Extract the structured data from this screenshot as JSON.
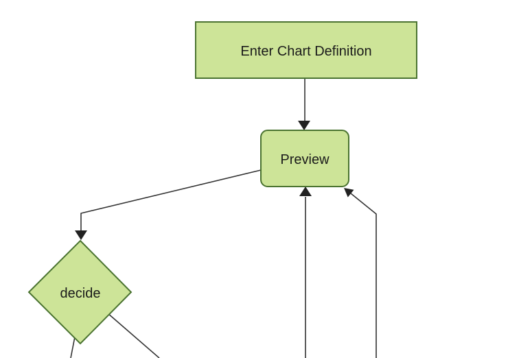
{
  "diagram": {
    "kind": "flowchart",
    "background_color": "#ffffff",
    "node_fill_color": "#cde498",
    "node_border_color": "#4a7330",
    "edge_color": "#333333",
    "arrowhead_color": "#222222",
    "label_color": "#1a1a1a",
    "nodes": [
      {
        "id": "enter-chart-definition",
        "shape": "rectangle",
        "label": "Enter Chart Definition"
      },
      {
        "id": "preview",
        "shape": "rounded-rectangle",
        "label": "Preview"
      },
      {
        "id": "decide",
        "shape": "diamond",
        "label": "decide"
      }
    ],
    "edges": [
      {
        "from": "enter-chart-definition",
        "to": "preview",
        "arrowhead": true
      },
      {
        "from": "preview",
        "to": "decide",
        "arrowhead": true
      },
      {
        "from": "offscreen-bottom",
        "to": "preview",
        "arrowhead": true
      },
      {
        "from": "offscreen-bottom-right",
        "to": "preview",
        "arrowhead": true
      },
      {
        "from": "decide",
        "to": "offscreen-bottom-left",
        "arrowhead": false
      },
      {
        "from": "decide",
        "to": "offscreen-bottom-right",
        "arrowhead": false
      }
    ]
  }
}
